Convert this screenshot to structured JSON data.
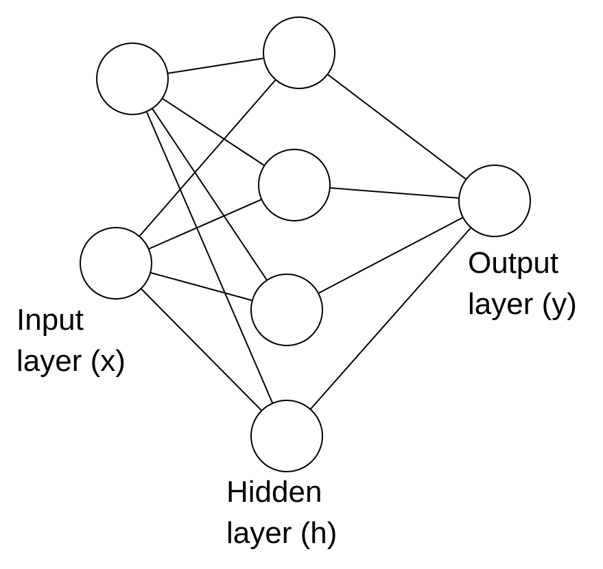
{
  "labels": {
    "input": {
      "line1": "Input",
      "line2": "layer (x)"
    },
    "hidden": {
      "line1": "Hidden",
      "line2": "layer (h)"
    },
    "output": {
      "line1": "Output",
      "line2": "layer (y)"
    }
  },
  "nodes": [
    {
      "id": "x1",
      "layer": "input"
    },
    {
      "id": "x2",
      "layer": "input"
    },
    {
      "id": "h1",
      "layer": "hidden"
    },
    {
      "id": "h2",
      "layer": "hidden"
    },
    {
      "id": "h3",
      "layer": "hidden"
    },
    {
      "id": "h4",
      "layer": "hidden"
    },
    {
      "id": "y1",
      "layer": "output"
    }
  ],
  "edges": [
    [
      "x1",
      "h1"
    ],
    [
      "x1",
      "h2"
    ],
    [
      "x1",
      "h3"
    ],
    [
      "x1",
      "h4"
    ],
    [
      "x2",
      "h1"
    ],
    [
      "x2",
      "h2"
    ],
    [
      "x2",
      "h3"
    ],
    [
      "x2",
      "h4"
    ],
    [
      "h1",
      "y1"
    ],
    [
      "h2",
      "y1"
    ],
    [
      "h3",
      "y1"
    ],
    [
      "h4",
      "y1"
    ]
  ]
}
